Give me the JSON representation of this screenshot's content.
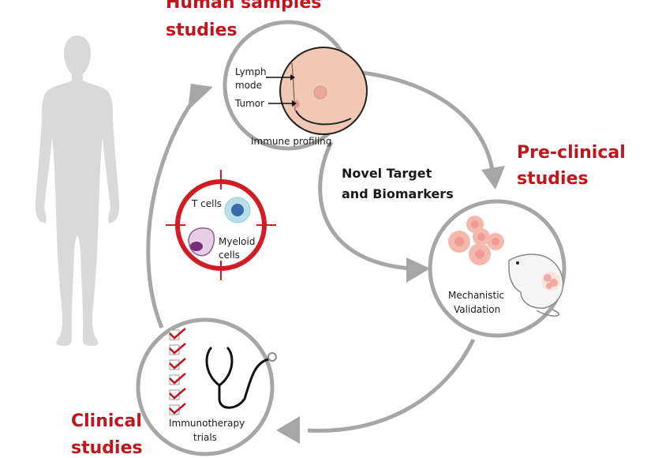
{
  "stages": {
    "human": {
      "title_line1": "Human samples",
      "title_line2": "studies",
      "label": "Immune profiling",
      "annot_lymph_1": "Lymph",
      "annot_lymph_2": "mode",
      "annot_tumor": "Tumor"
    },
    "preclinical": {
      "title_line1": "Pre-clinical",
      "title_line2": "studies",
      "label_line1": "Mechanistic",
      "label_line2": "Validation"
    },
    "clinical": {
      "title_line1": "Clinical",
      "title_line2": "studies",
      "label_line1": "Immunotherapy",
      "label_line2": "trials"
    }
  },
  "center": {
    "line1": "Novel Target",
    "line2": "and Biomarkers"
  },
  "target": {
    "tcells": "T cells",
    "myeloid_1": "Myeloid",
    "myeloid_2": "cells"
  },
  "checklist_count": 6,
  "colors": {
    "accent_red": "#c0151d",
    "arrow_gray": "#a6a6a6",
    "skin": "#f0c8b4",
    "cell_pink": "#f2a9a4"
  }
}
